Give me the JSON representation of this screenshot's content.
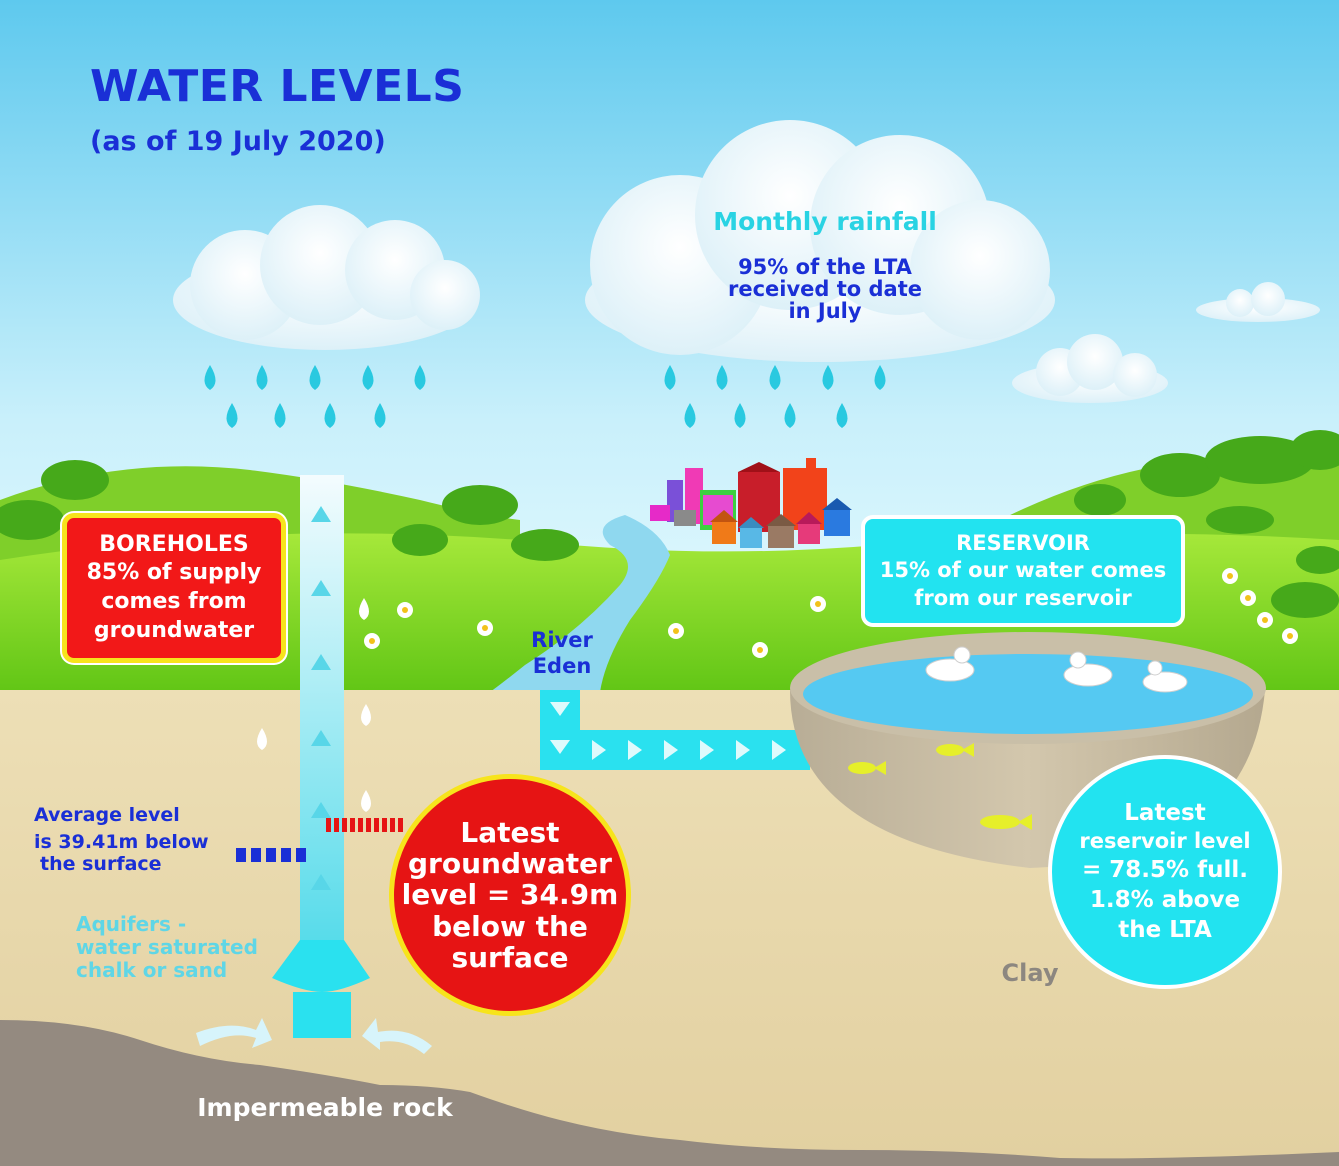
{
  "header": {
    "title": "WATER LEVELS",
    "subtitle": "(as of 19 July 2020)"
  },
  "rainfall": {
    "title": "Monthly rainfall",
    "lines": [
      "95% of the LTA",
      "received to date",
      "in July"
    ]
  },
  "boreholes": {
    "lines": [
      "BOREHOLES",
      "85% of supply",
      "comes from",
      "groundwater"
    ],
    "supply_percent": 85
  },
  "reservoir": {
    "lines": [
      "RESERVOIR",
      "15% of our water comes",
      "from our reservoir"
    ],
    "supply_percent": 15
  },
  "river": {
    "lines": [
      "River",
      "Eden"
    ]
  },
  "groundwater": {
    "average_lines": [
      "Average level",
      "is 39.41m below",
      "the surface"
    ],
    "latest_lines": [
      "Latest",
      "groundwater",
      "level  = 34.9m",
      "below the",
      "surface"
    ],
    "average_depth_m": 39.41,
    "latest_depth_m": 34.9
  },
  "aquifer": {
    "lines": [
      "Aquifers -",
      "water saturated",
      "chalk or sand"
    ]
  },
  "reservoir_level": {
    "lines": [
      "Latest",
      "reservoir level",
      "= 78.5% full.",
      "1.8% above",
      "the LTA"
    ],
    "percent_full": 78.5
  },
  "layers": {
    "clay": "Clay",
    "rock": "Impermeable rock"
  },
  "colors": {
    "heading_blue": "#1a2fd6",
    "cyan": "#22e3f0",
    "alert_red": "#e61414",
    "highlight_yellow": "#f7e41c",
    "grass_green": "#7fd81e",
    "sky_blue": "#7fd6f2",
    "sand": "#eadcb0",
    "rock_grey": "#948a80"
  }
}
